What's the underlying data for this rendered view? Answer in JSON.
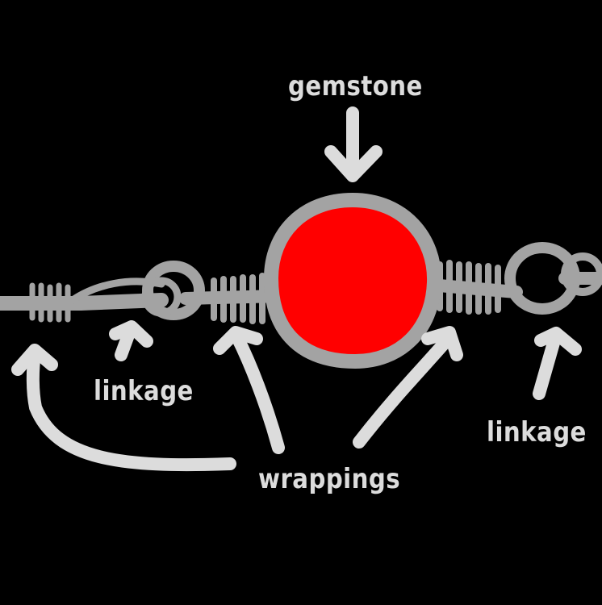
{
  "labels": {
    "gemstone": "gemstone",
    "linkage_left": "linkage",
    "linkage_right": "linkage",
    "wrappings": "wrappings"
  },
  "colors": {
    "background": "#000000",
    "wire": "#a3a3a3",
    "gem": "#ff0000",
    "arrow": "#dcdcdc",
    "label": "#dcdcdc"
  }
}
